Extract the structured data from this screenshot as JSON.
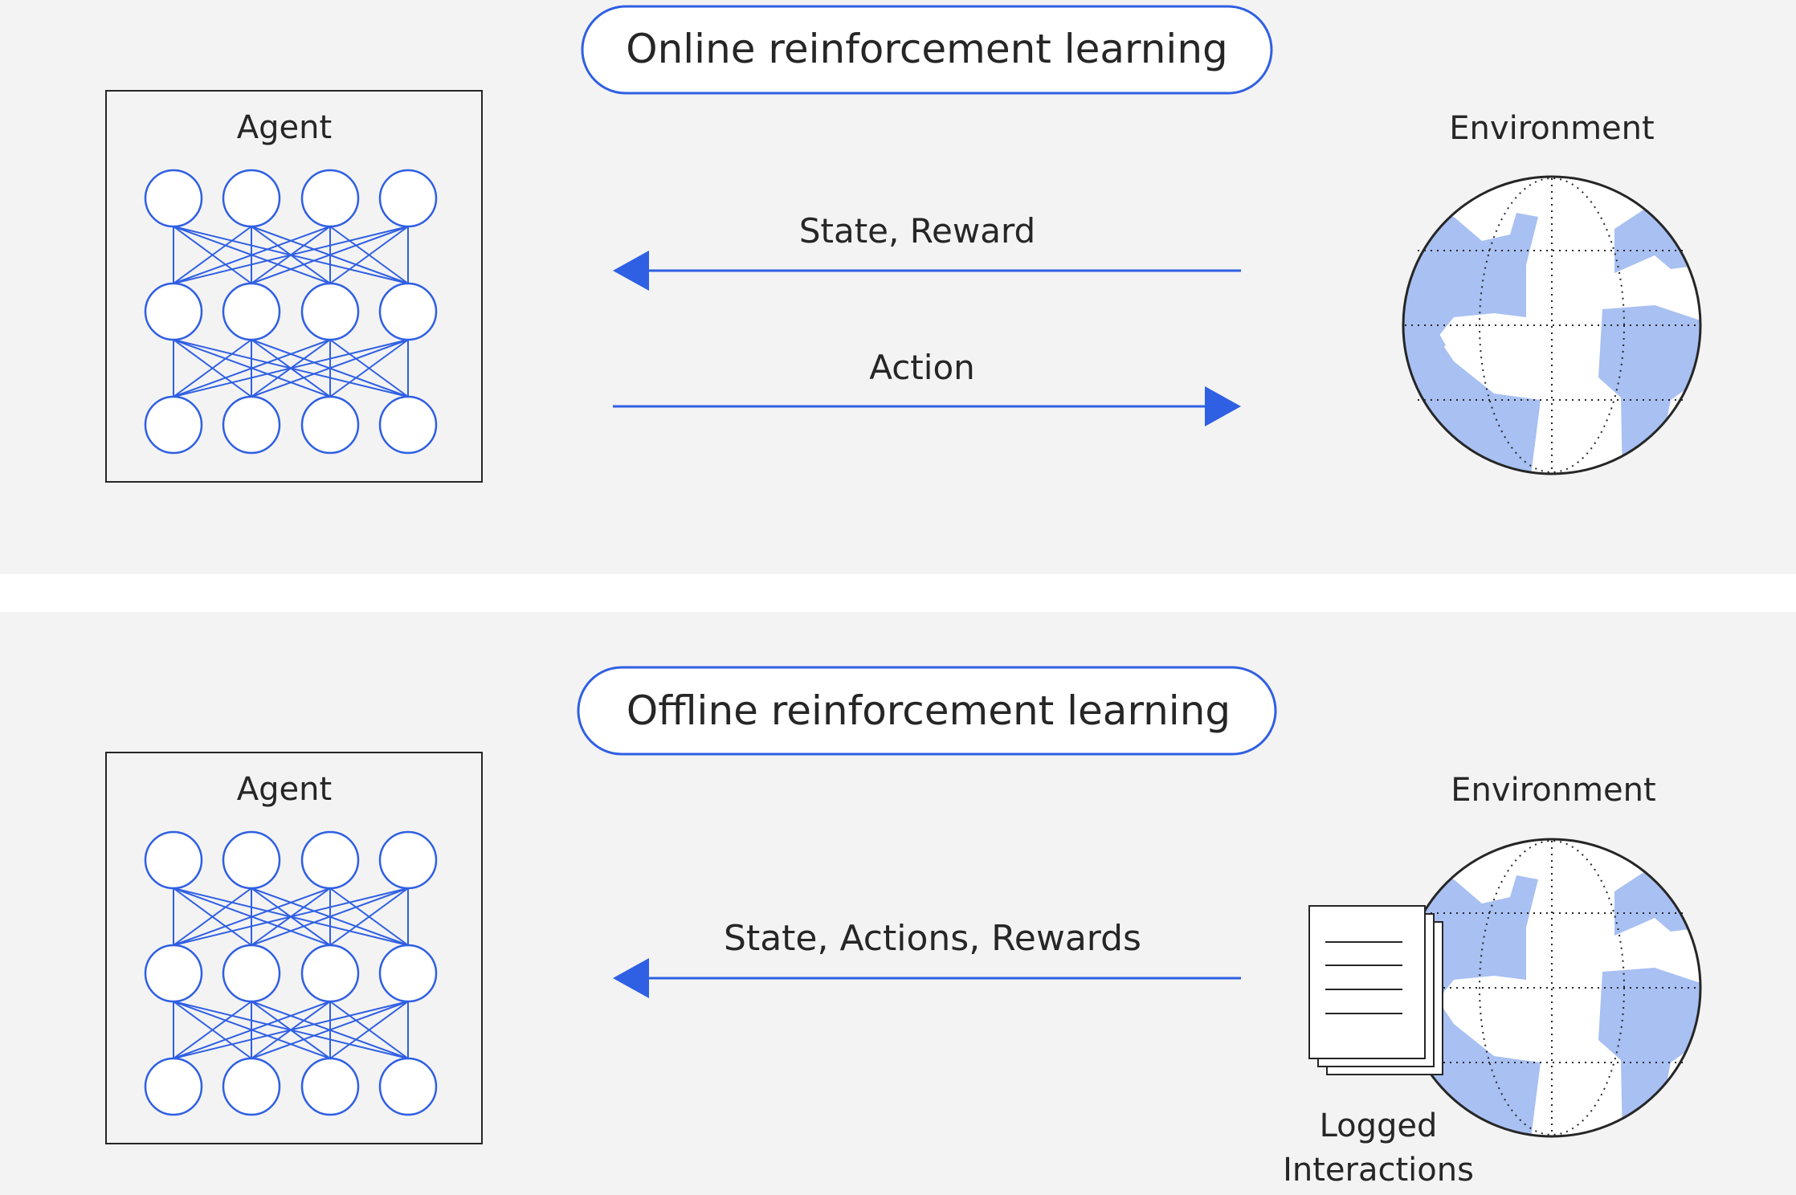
{
  "colors": {
    "panel_bg": "#f3f3f3",
    "accent": "#2f5fe3",
    "land": "#a8c0f2",
    "ink": "#262626"
  },
  "online": {
    "title": "Online reinforcement learning",
    "agent_label": "Agent",
    "environment_label": "Environment",
    "arrow_state_reward": "State, Reward",
    "arrow_action": "Action"
  },
  "offline": {
    "title": "Offline reinforcement learning",
    "agent_label": "Agent",
    "environment_label": "Environment",
    "arrow_label": "State, Actions, Rewards",
    "logged_line1": "Logged",
    "logged_line2": "Interactions"
  },
  "icons": {
    "agent": "neural-network-icon",
    "environment": "globe-icon",
    "logs": "document-stack-icon"
  }
}
